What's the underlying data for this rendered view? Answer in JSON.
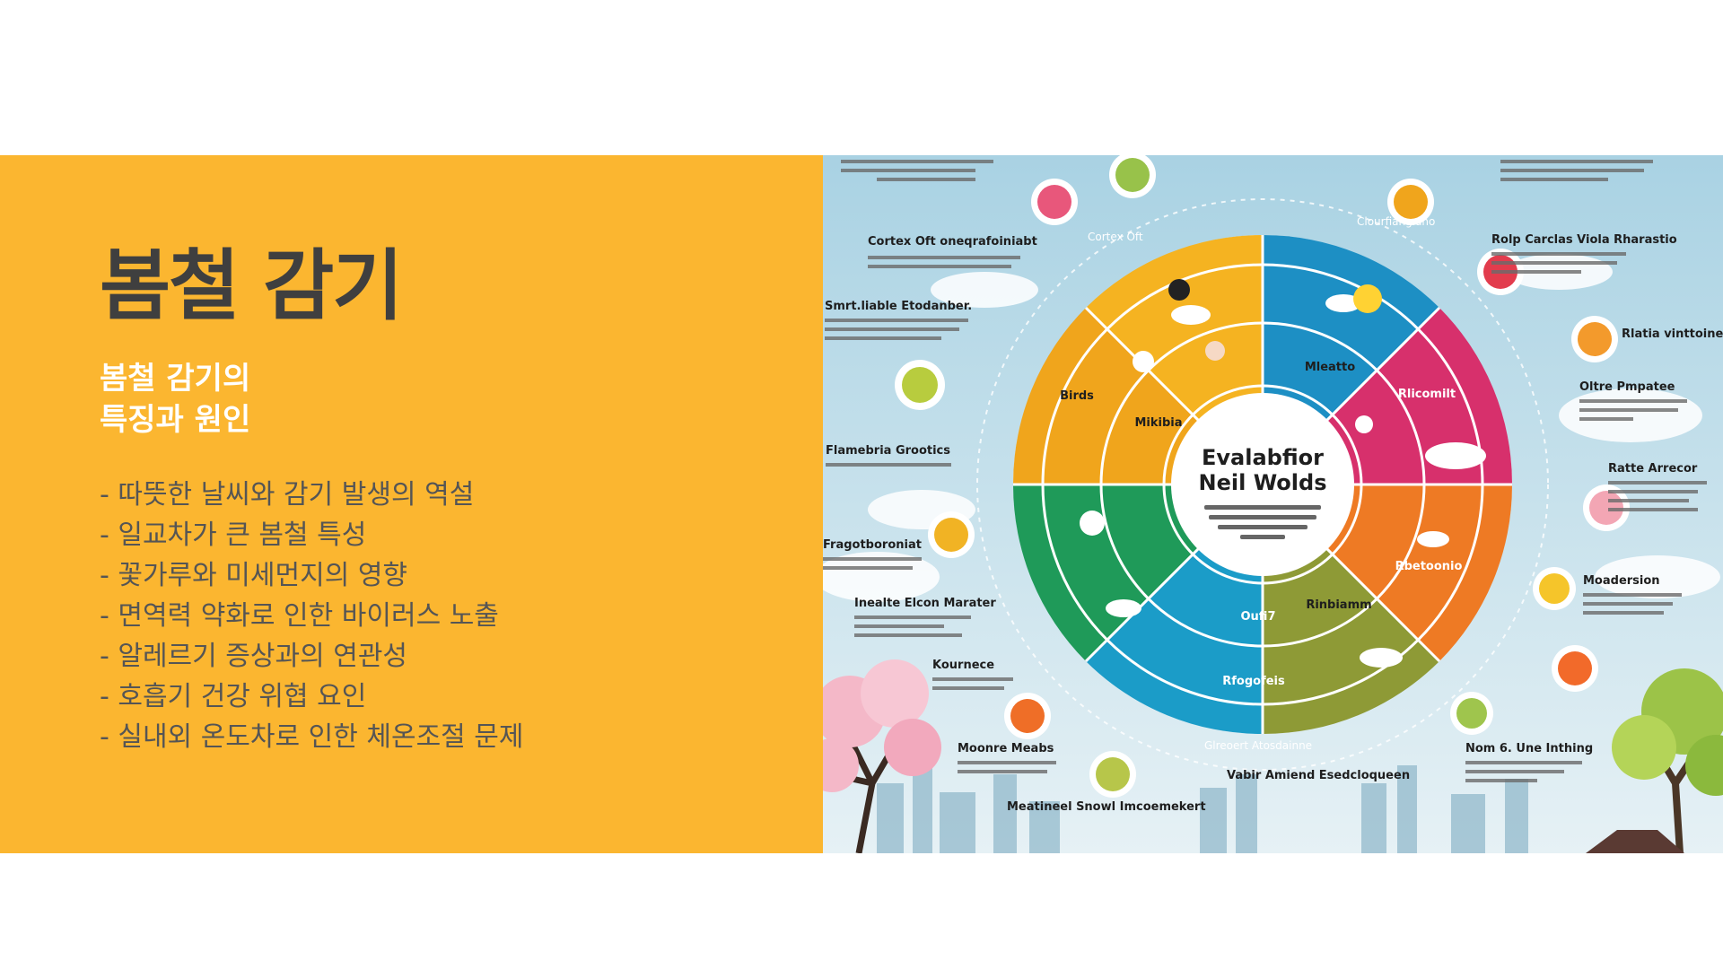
{
  "slide": {
    "title": "봄철 감기",
    "subtitle_lines": [
      "봄철 감기의",
      "특징과 원인"
    ],
    "bullets": [
      "- 따뜻한 날씨와 감기 발생의 역설",
      "- 일교차가 큰 봄철 특성",
      "- 꽃가루와 미세먼지의 영향",
      "- 면역력 약화로 인한 바이러스 노출",
      "- 알레르기 증상과의 연관성",
      "- 호흡기 건강 위협 요인",
      "- 실내외 온도차로 인한 체온조절 문제"
    ],
    "accent_color": "#FBB630",
    "title_color": "#3f3f3f"
  },
  "infographic": {
    "center_title_lines": [
      "Evalabfior",
      "Neil Wolds"
    ],
    "labels": [
      "Cortex Oft oneqrafoiniabt",
      "Smrt.liable Etodanber.",
      "Flamebria Grootics",
      "Fragotboroniat",
      "Inealte Elcon Marater",
      "Kournece",
      "Moonre Meabs",
      "Meatineel Snowl Imcoemekert",
      "Vabir Amiend Esedcloqueen",
      "Nom 6. Une Inthing",
      "Moadersion",
      "Ratte Arrecor",
      "Oltre Pmpatee",
      "Rlatia vinttoine",
      "Rolp Carclas Viola Rharastio"
    ],
    "wheel_labels": [
      "Birds",
      "Mikibia",
      "Mleatto",
      "Rlicomilt",
      "Oufi7",
      "Rfogofeis",
      "Rinbiamm",
      "Rbetoonio"
    ],
    "ring_labels": [
      "Clourfiangiano",
      "Cortex Oft",
      "Glreoert Atosdainne"
    ]
  }
}
